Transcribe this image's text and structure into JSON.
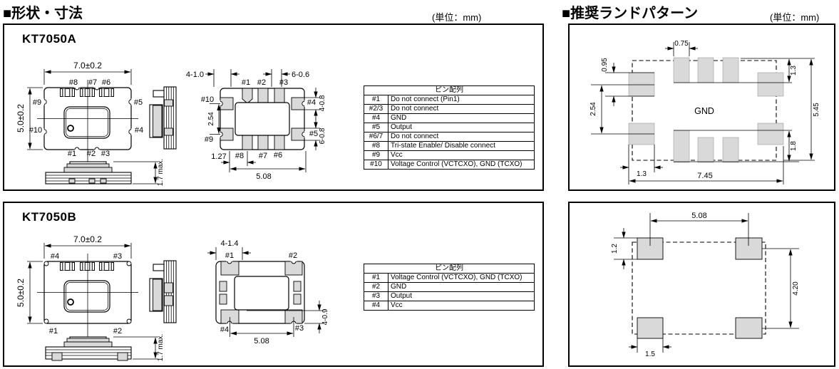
{
  "page": {
    "section_left_title": "■形状・寸法",
    "section_right_title": "■推奨ランドパターン",
    "unit_note": "(単位：mm)"
  },
  "kt7050a": {
    "model": "KT7050A",
    "top_view": {
      "dim_width": "7.0±0.2",
      "dim_height": "5.0±0.2",
      "pin_labels": {
        "top": [
          "#8",
          "#7",
          "#6"
        ],
        "left_upper": "#9",
        "right_upper": "#5",
        "left_lower": "#10",
        "right_lower": "#4",
        "bottom": [
          "#1",
          "#2",
          "#3"
        ]
      }
    },
    "front_view": {
      "dim_height": "1.7 max."
    },
    "bottom_view": {
      "dim_castellation_left": "4-1.0",
      "dim_castellation_right": "6-0.6",
      "dim_pad_right_upper": "4-0.8",
      "dim_pad_right_lower": "6-0.8",
      "dim_pitch_left": "2.54",
      "dim_pitch_bottom": "1.27",
      "dim_span_bottom": "5.08",
      "pin_labels": {
        "top": [
          "#1",
          "#2",
          "#3"
        ],
        "left_upper": "#10",
        "right_upper": "#4",
        "left_lower": "#9",
        "right_lower": "#5",
        "bottom": [
          "#8",
          "#7",
          "#6"
        ]
      }
    },
    "pin_table": {
      "title": "ピン配列",
      "rows": [
        {
          "pin": "#1",
          "func": "Do not connect (Pin1)"
        },
        {
          "pin": "#2/3",
          "func": "Do not connect"
        },
        {
          "pin": "#4",
          "func": "GND"
        },
        {
          "pin": "#5",
          "func": "Output"
        },
        {
          "pin": "#6/7",
          "func": "Do not connect"
        },
        {
          "pin": "#8",
          "func": "Tri-state Enable/ Disable connect"
        },
        {
          "pin": "#9",
          "func": "Vcc"
        },
        {
          "pin": "#10",
          "func": "Voltage Control (VCTCXO), GND (TCXO)"
        }
      ]
    }
  },
  "kt7050b": {
    "model": "KT7050B",
    "top_view": {
      "dim_width": "7.0±0.2",
      "dim_height": "5.0±0.2",
      "pin_labels": {
        "top_left": "#4",
        "top_right": "#3",
        "bottom_left": "#1",
        "bottom_right": "#2"
      }
    },
    "front_view": {
      "dim_height": "1.7 max."
    },
    "bottom_view": {
      "dim_castellation": "4-1.4",
      "dim_pad_right": "4-0.9",
      "dim_span_bottom": "5.08",
      "pin_labels": {
        "top_left": "#1",
        "top_right": "#2",
        "bottom_left": "#4",
        "bottom_right": "#3"
      }
    },
    "pin_table": {
      "title": "ピン配列",
      "rows": [
        {
          "pin": "#1",
          "func": "Voltage Control (VCTCXO), GND (TCXO)"
        },
        {
          "pin": "#2",
          "func": "GND"
        },
        {
          "pin": "#3",
          "func": "Output"
        },
        {
          "pin": "#4",
          "func": "Vcc"
        }
      ]
    }
  },
  "land_pattern_a": {
    "center_label": "GND",
    "dim_pad_width_top": "0.75",
    "dim_pad_height_left": "0.95",
    "dim_pitch_left": "2.54",
    "dim_pad_height_right_top": "1.3",
    "dim_overall_height": "5.45",
    "dim_pad_height_right_bottom": "1.8",
    "dim_pad_width_bottom_left": "1.3",
    "dim_overall_width": "7.45"
  },
  "land_pattern_b": {
    "dim_pitch_x": "5.08",
    "dim_pad_height": "1.2",
    "dim_pitch_y": "4.20",
    "dim_pad_width": "1.5"
  },
  "colors": {
    "pad_fill": "#d9d9d9",
    "line": "#000000",
    "background": "#ffffff"
  }
}
